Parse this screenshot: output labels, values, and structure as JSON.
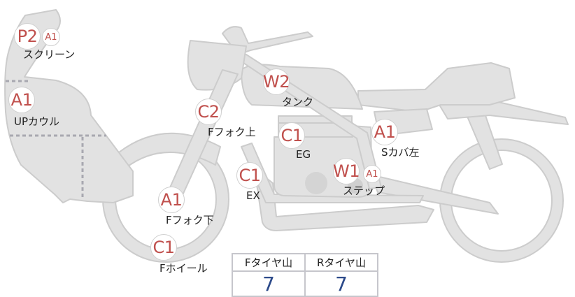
{
  "parts": [
    {
      "id": "screen",
      "label": "スクリーン",
      "badges": [
        "P2",
        "A1"
      ]
    },
    {
      "id": "upper-cowl",
      "label": "UPカウル",
      "badges": [
        "A1"
      ]
    },
    {
      "id": "tank",
      "label": "タンク",
      "badges": [
        "W2"
      ]
    },
    {
      "id": "fork-upper",
      "label": "Fフォク上",
      "badges": [
        "C2"
      ]
    },
    {
      "id": "engine",
      "label": "EG",
      "badges": [
        "C1"
      ]
    },
    {
      "id": "side-cover-left",
      "label": "Sカバ左",
      "badges": [
        "A1"
      ]
    },
    {
      "id": "exhaust",
      "label": "EX",
      "badges": [
        "C1"
      ]
    },
    {
      "id": "step",
      "label": "ステップ",
      "badges": [
        "W1",
        "A1"
      ]
    },
    {
      "id": "fork-lower",
      "label": "Fフォク下",
      "badges": [
        "A1"
      ]
    },
    {
      "id": "front-wheel",
      "label": "Fホイール",
      "badges": [
        "C1"
      ]
    }
  ],
  "tire_tread": {
    "headers": [
      "Fタイヤ山",
      "Rタイヤ山"
    ],
    "values": [
      "7",
      "7"
    ]
  },
  "colors": {
    "body_fill": "#e2e2e2",
    "outline": "#c8c8c8",
    "dash": "#a8a8b0",
    "badge_text": "#c0504d",
    "value_text": "#2c4a8a"
  }
}
